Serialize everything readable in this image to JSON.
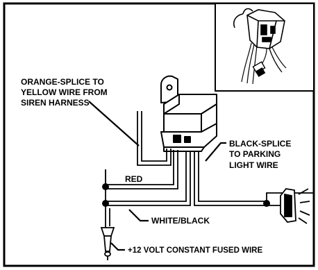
{
  "labels": {
    "orange_line1": "ORANGE-SPLICE TO",
    "orange_line2": "YELLOW WIRE  FROM",
    "orange_line3": "SIREN HARNESS",
    "black_line1": "BLACK-SPLICE",
    "black_line2": "TO PARKING",
    "black_line3": "LIGHT WIRE",
    "red": "RED",
    "white_black": "WHITE/BLACK",
    "constant": "+12 VOLT CONSTANT FUSED WIRE"
  },
  "colors": {
    "ink": "#000000",
    "paper": "#ffffff"
  }
}
